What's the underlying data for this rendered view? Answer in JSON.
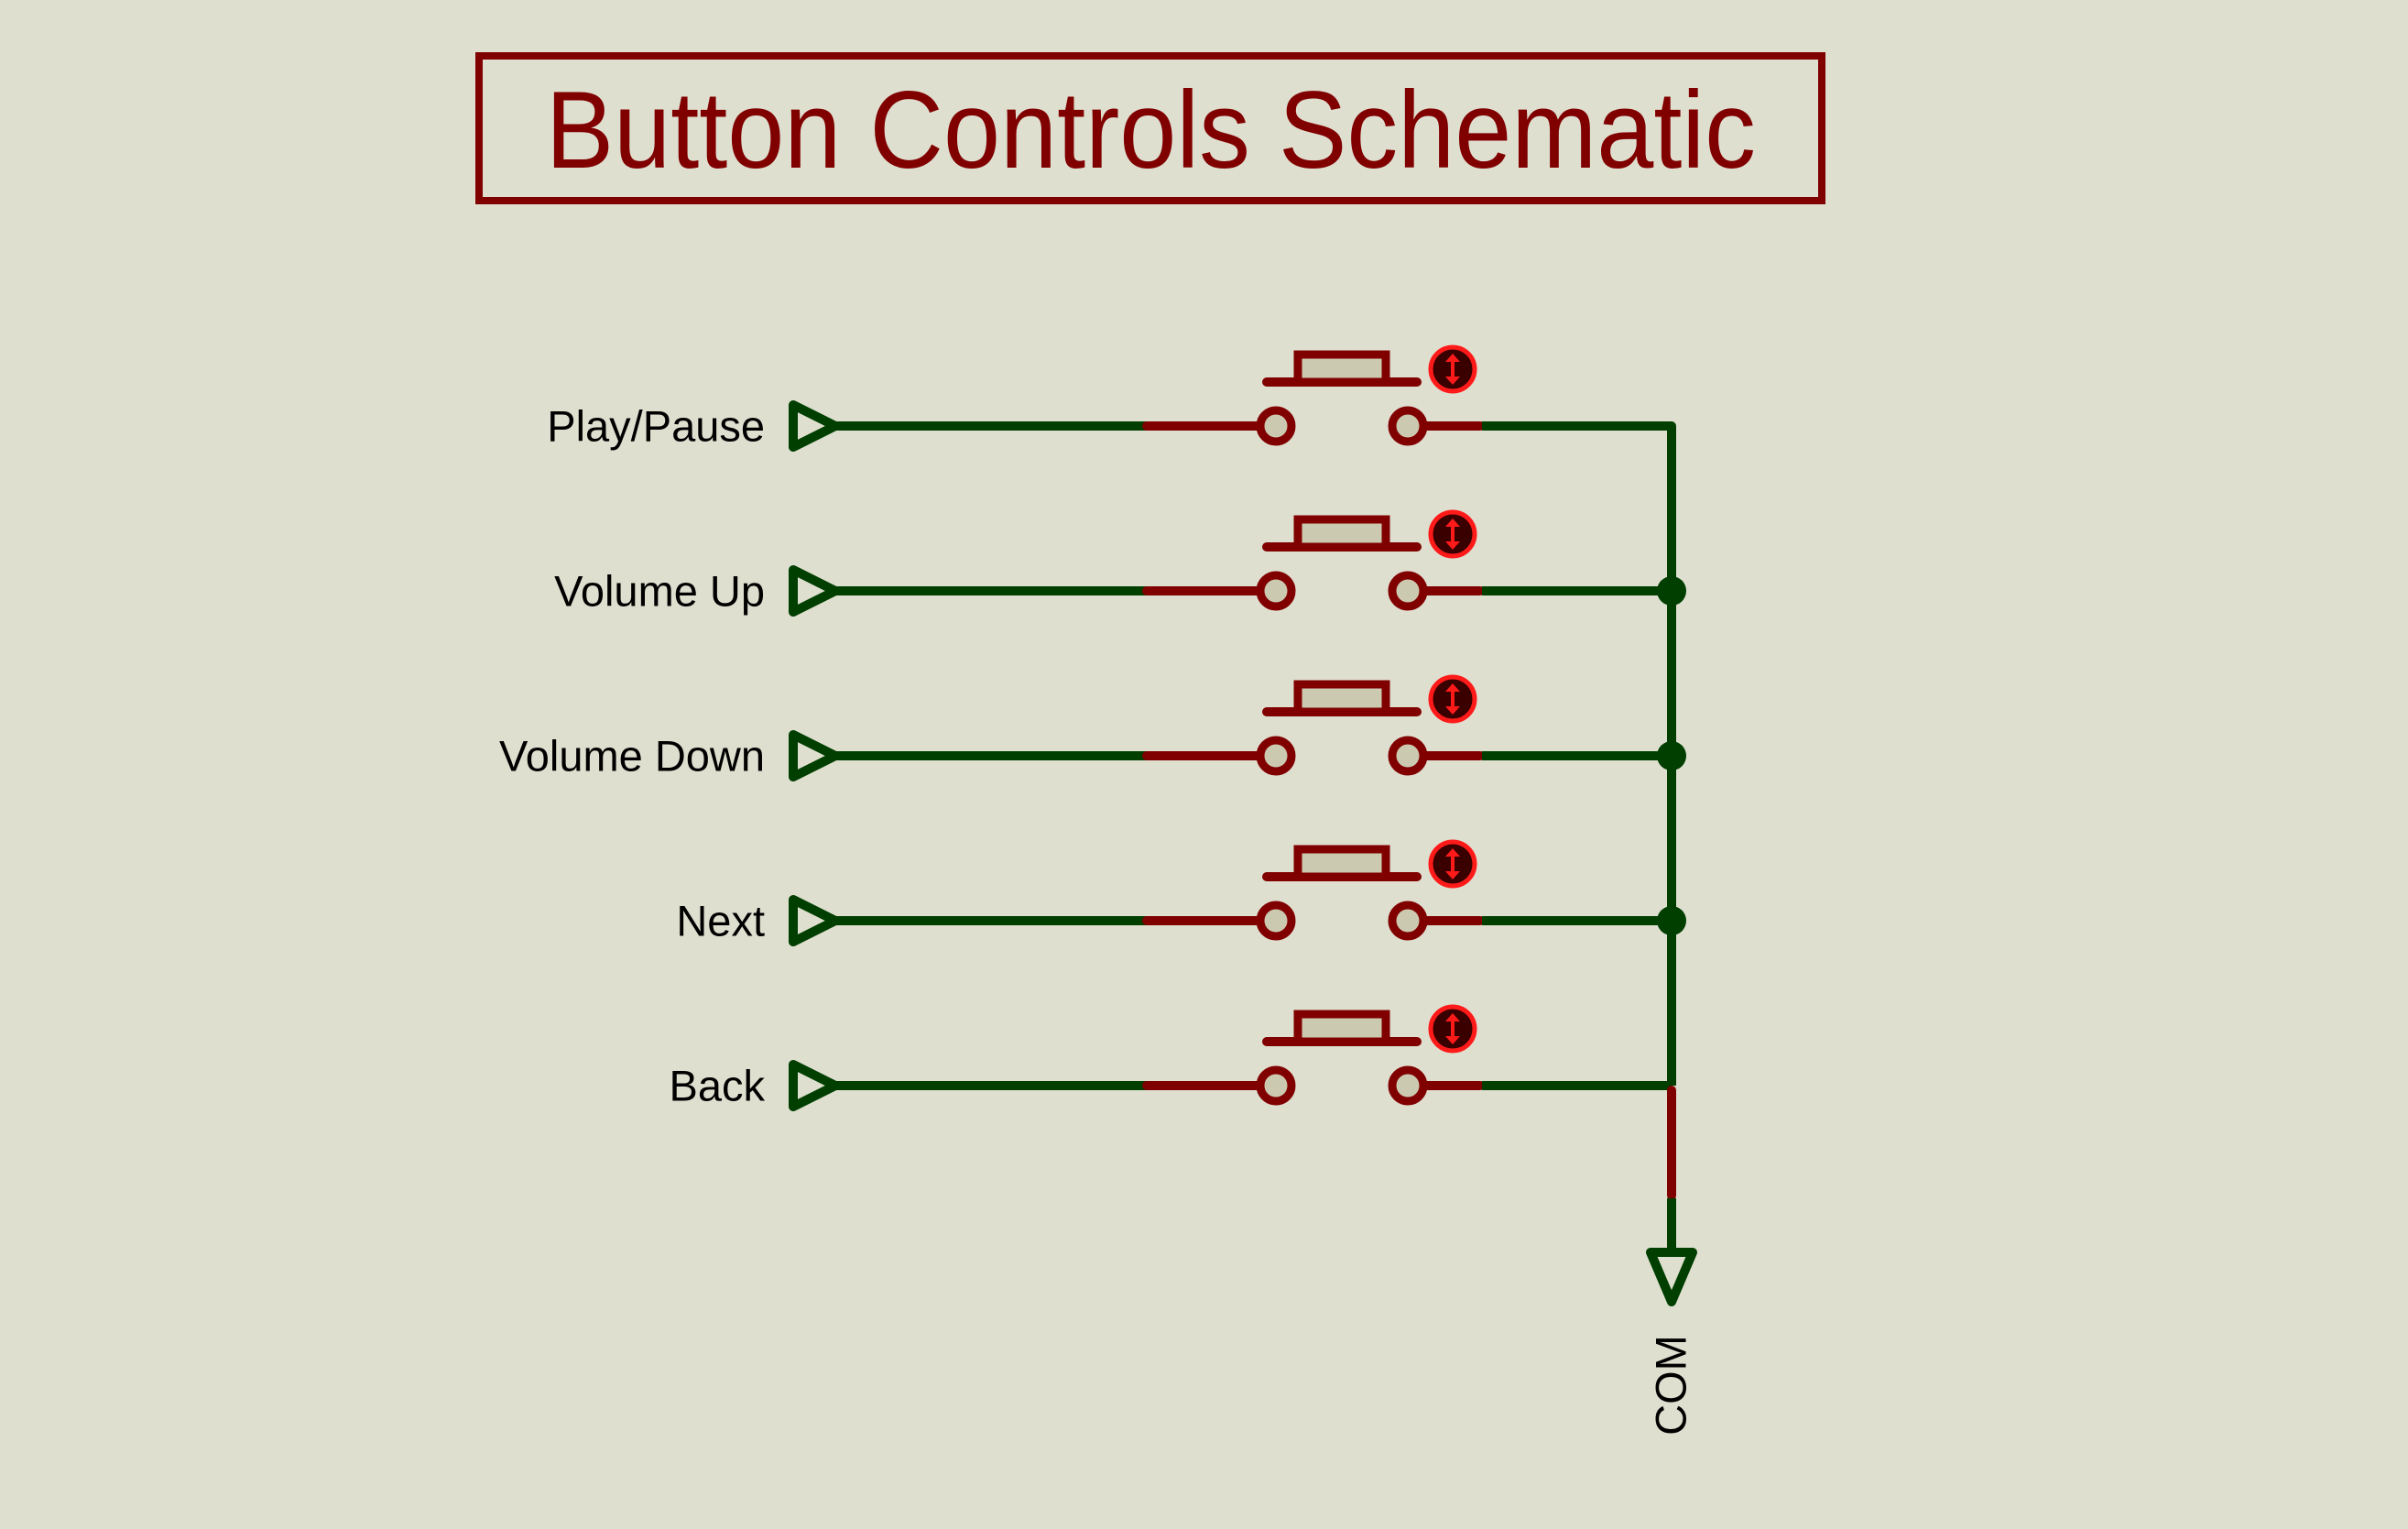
{
  "title": "Button Controls Schematic",
  "colors": {
    "background": "#dfdfd0",
    "title": "#800000",
    "component": "#800000",
    "component_fill": "#cbcab0",
    "wire": "#003f00",
    "indicator_ring": "#ff1a1a",
    "indicator_fill": "#3a0000",
    "text": "#000000"
  },
  "inputs": [
    {
      "label": "Play/Pause",
      "net": "play_pause",
      "junction": false
    },
    {
      "label": "Volume Up",
      "net": "volume_up",
      "junction": true
    },
    {
      "label": "Volume Down",
      "net": "volume_down",
      "junction": true
    },
    {
      "label": "Next",
      "net": "next",
      "junction": true
    },
    {
      "label": "Back",
      "net": "back",
      "junction": false
    }
  ],
  "common": {
    "label": "COM",
    "icon": "ground-terminal-triangle"
  },
  "components": {
    "type": "push-button-switch",
    "count": 5,
    "indicator_icon": "up-down-arrow-icon"
  }
}
